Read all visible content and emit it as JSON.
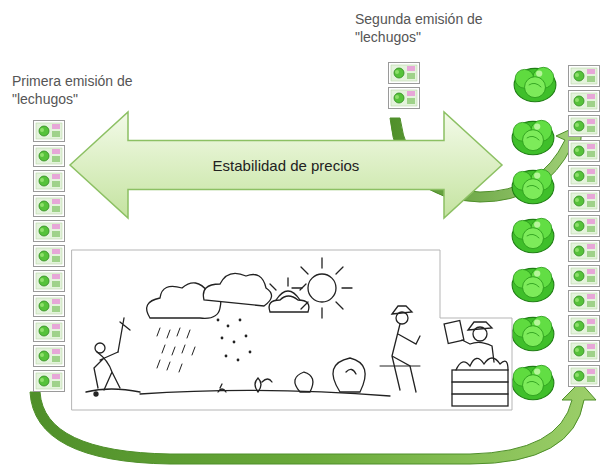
{
  "diagram": {
    "nodes": [
      {
        "text": [
          "Estabilidad de precios"
        ]
      }
    ],
    "labels": [
      "Primera emisión de \"lechugos\"",
      "Segunda emisión de \"lechugos\""
    ]
  }
}
